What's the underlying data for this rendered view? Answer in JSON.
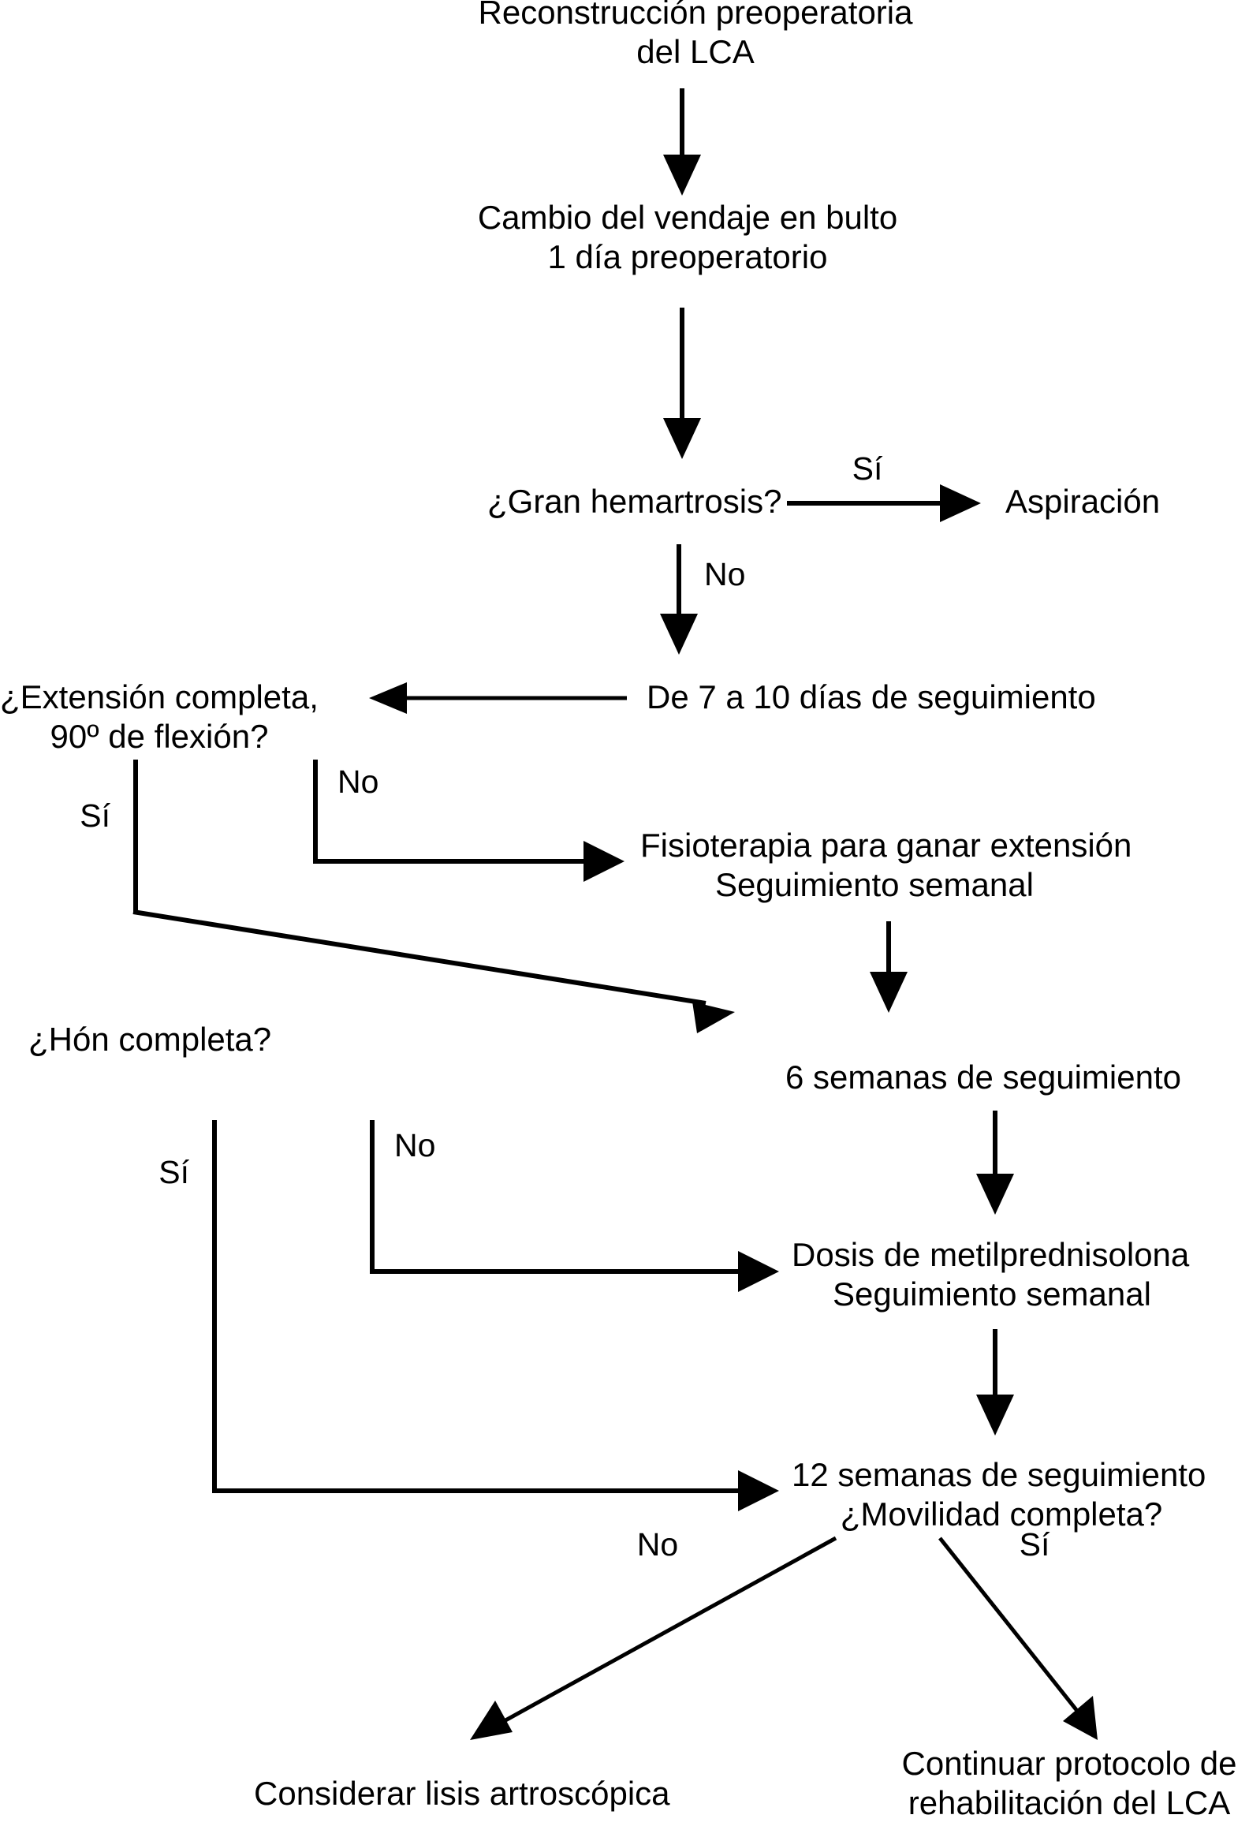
{
  "chart_data": {
    "type": "diagram",
    "title": "Reconstrucción preoperatoria del LCA",
    "subtype": "flowchart",
    "language": "es",
    "background_color": "#ffffff",
    "line_color": "#000000",
    "text_color": "#000000",
    "nodes": [
      {
        "id": "n1",
        "line1": "Reconstrucción preoperatoria",
        "line2": "del LCA"
      },
      {
        "id": "n2",
        "line1": "Cambio del vendaje en bulto",
        "line2": "1 día preoperatorio"
      },
      {
        "id": "n3",
        "line1": "¿Gran hemartrosis?",
        "line2": ""
      },
      {
        "id": "n4",
        "line1": "Aspiración",
        "line2": ""
      },
      {
        "id": "n5",
        "line1": "De 7 a 10 días de seguimiento",
        "line2": ""
      },
      {
        "id": "n6",
        "line1": "¿Extensión completa,",
        "line2": "90º de flexión?"
      },
      {
        "id": "n7",
        "line1": "Fisioterapia para ganar extensión",
        "line2": "Seguimiento semanal"
      },
      {
        "id": "n8",
        "line1": "¿Hón completa?",
        "line2": ""
      },
      {
        "id": "n9",
        "line1": "6 semanas de seguimiento",
        "line2": ""
      },
      {
        "id": "n10",
        "line1": "Dosis de metilprednisolona",
        "line2": "Seguimiento semanal"
      },
      {
        "id": "n11",
        "line1": "12 semanas de seguimiento",
        "line2": "¿Movilidad completa?"
      },
      {
        "id": "n12",
        "line1": "Considerar lisis artroscópica",
        "line2": ""
      },
      {
        "id": "n13",
        "line1": "Continuar protocolo de",
        "line2": "rehabilitación del LCA"
      }
    ],
    "edge_labels": [
      {
        "id": "e1",
        "text": "Sí",
        "from": "n3",
        "to": "n4"
      },
      {
        "id": "e2",
        "text": "No",
        "from": "n3",
        "to": "n5"
      },
      {
        "id": "e3",
        "text": "No",
        "from": "n6",
        "to": "n7"
      },
      {
        "id": "e4",
        "text": "Sí",
        "from": "n6",
        "to": "n8"
      },
      {
        "id": "e5",
        "text": "No",
        "from": "n8",
        "to": "n10"
      },
      {
        "id": "e6",
        "text": "Sí",
        "from": "n8",
        "to": "n11"
      },
      {
        "id": "e7",
        "text": "No",
        "from": "n11",
        "to": "n12"
      },
      {
        "id": "e8",
        "text": "Sí",
        "from": "n11",
        "to": "n13"
      }
    ]
  },
  "labels": {
    "title_l1": "Reconstrucción preoperatoria",
    "title_l2": "del LCA",
    "bandage_l1": "Cambio del vendaje en bulto",
    "bandage_l2": "1 día preoperatorio",
    "hemarthrosis": "¿Gran hemartrosis?",
    "aspiration": "Aspiración",
    "followup_7_10": "De 7 a 10 días de seguimiento",
    "extension_l1": "¿Extensión completa,",
    "extension_l2": "90º de flexión?",
    "physio_l1": "Fisioterapia para ganar extensión",
    "physio_l2": "Seguimiento semanal",
    "flexion_question": "¿Hón completa?",
    "weeks6": "6 semanas de seguimiento",
    "steroid_l1": "Dosis de metilprednisolona",
    "steroid_l2": "Seguimiento semanal",
    "weeks12_l1": "12 semanas de seguimiento",
    "weeks12_l2": "¿Movilidad completa?",
    "lysis": "Considerar lisis artroscópica",
    "continue_l1": "Continuar protocolo de",
    "continue_l2": "rehabilitación del LCA",
    "yes": "Sí",
    "no": "No",
    "yes_hemarthrosis": "Sí",
    "no_hemarthrosis": "No",
    "no_extension": "No",
    "yes_extension": "Sí",
    "no_flexion": "No",
    "yes_flexion": "Sí",
    "no_mobility": "No",
    "yes_mobility": "Sí"
  }
}
